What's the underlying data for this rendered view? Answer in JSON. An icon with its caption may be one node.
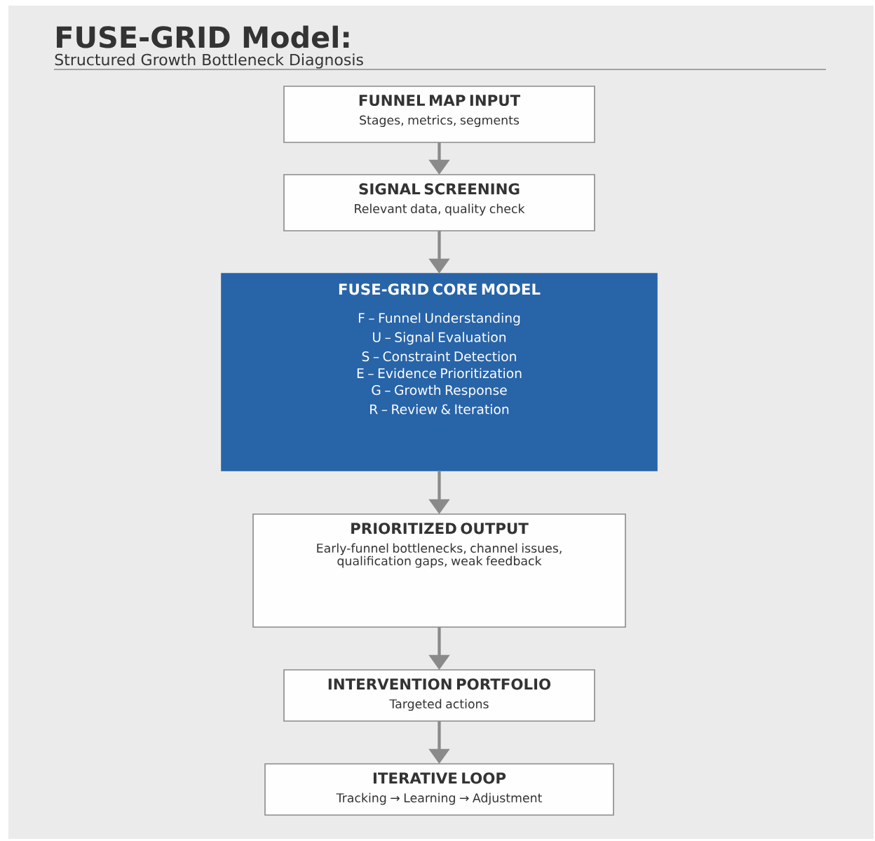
{
  "diagram": {
    "title": "FUSE-GRID Model:",
    "nodes": [
      {
        "text": [
          "FUNNEL MAP INPUT",
          "Stages, metrics, segments"
        ]
      },
      {
        "text": [
          "SIGNAL SCREENING",
          "Relevant data, quality check"
        ]
      },
      {
        "text": [
          "FUSE-GRID CORE MODEL",
          "F – Funnel Understanding",
          "U – Signal Evaluation",
          "S – Constraint Detection",
          "E – Evidence Prioritization",
          "G – Growth Response",
          "R – Review & Iteration"
        ]
      },
      {
        "text": [
          "PRIORITIZED OUTPUT",
          "Early-funnel bottlenecks, channel issues, qualification gaps, weak feedback"
        ]
      },
      {
        "text": [
          "INTERVENTION PORTFOLIO",
          "Targeted actions"
        ]
      },
      {
        "text": [
          "ITERATIVE LOOP",
          "Tracking → Learning → Adjustment"
        ]
      }
    ],
    "edges": [
      {
        "from": 0,
        "to": 1,
        "arrow": "to"
      },
      {
        "from": 1,
        "to": 2,
        "arrow": "to"
      },
      {
        "from": 2,
        "to": 3,
        "arrow": "to"
      },
      {
        "from": 3,
        "to": 4,
        "arrow": "to"
      },
      {
        "from": 4,
        "to": 5,
        "arrow": "to"
      }
    ],
    "labels": [
      "Structured Growth Bottleneck Diagnosis"
    ]
  }
}
